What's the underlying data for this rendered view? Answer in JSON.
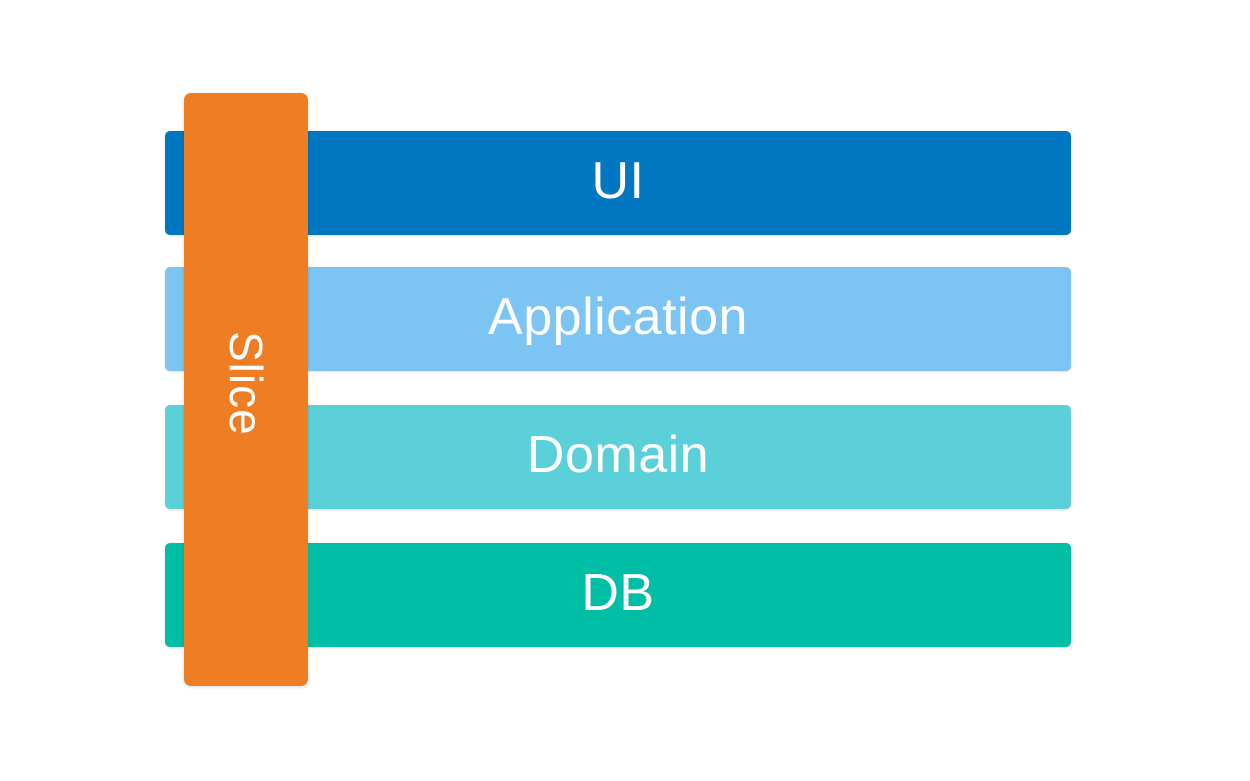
{
  "diagram": {
    "background_color": "#FFFFFF",
    "text_color": "#FFFFFF",
    "layers": [
      {
        "label": "UI",
        "color": "#0077C0"
      },
      {
        "label": "Application",
        "color": "#7CC4F1"
      },
      {
        "label": "Domain",
        "color": "#5BD0D8"
      },
      {
        "label": "DB",
        "color": "#00BEA5"
      }
    ],
    "slice": {
      "label": "Slice",
      "color": "#EE7D23"
    }
  }
}
